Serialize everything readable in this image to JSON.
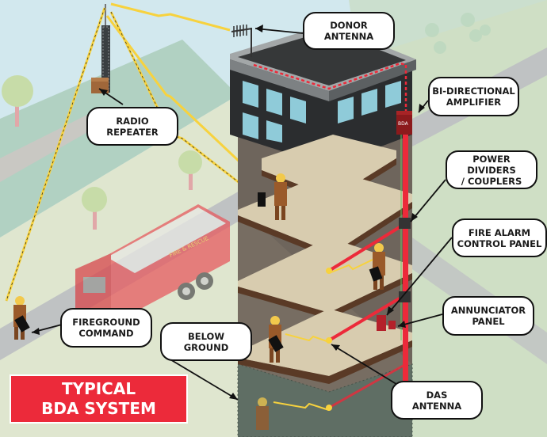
{
  "title": {
    "line1": "TYPICAL",
    "line2": "BDA SYSTEM",
    "background_color": "#ec2a3a"
  },
  "callouts": {
    "donor_antenna": "DONOR\nANTENNA",
    "bi_directional_amplifier": "BI-DIRECTIONAL\nAMPLIFIER",
    "radio_repeater": "RADIO\nREPEATER",
    "power_dividers": "POWER DIVIDERS\n/ COUPLERS",
    "fire_alarm_control_panel": "FIRE ALARM\nCONTROL PANEL",
    "annunciator_panel": "ANNUNCIATOR\nPANEL",
    "fireground_command": "FIREGROUND\nCOMMAND",
    "below_ground": "BELOW\nGROUND",
    "das_antenna": "DAS\nANTENNA"
  },
  "scene_labels": {
    "bda_unit": "BDA",
    "truck_text": "FIRE & RESCUE"
  },
  "colors": {
    "sky": "#d2e8ee",
    "ground": "#dfe6cf",
    "cable": "#ec2a3a",
    "signal": "#f7d23e",
    "building": "#2b2d2f",
    "floor": "#d8ccaf"
  }
}
